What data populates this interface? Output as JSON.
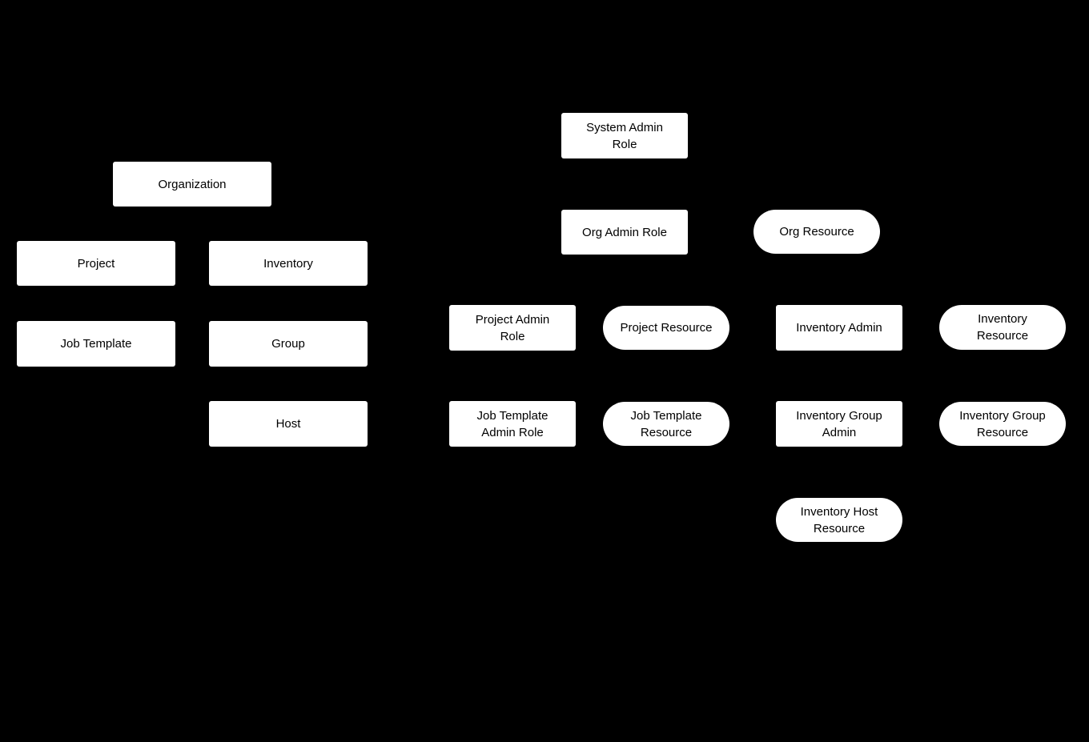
{
  "diagram": {
    "background_color": "#000000",
    "node_fill_color": "#ffffff",
    "node_text_color": "#000000",
    "nodes": [
      {
        "id": "organization",
        "label": "Organization",
        "shape": "rect"
      },
      {
        "id": "project",
        "label": "Project",
        "shape": "rect"
      },
      {
        "id": "inventory",
        "label": "Inventory",
        "shape": "rect"
      },
      {
        "id": "job-template",
        "label": "Job Template",
        "shape": "rect"
      },
      {
        "id": "group",
        "label": "Group",
        "shape": "rect"
      },
      {
        "id": "host",
        "label": "Host",
        "shape": "rect"
      },
      {
        "id": "system-admin-role",
        "label": "System Admin\nRole",
        "shape": "rect"
      },
      {
        "id": "org-admin-role",
        "label": "Org Admin Role",
        "shape": "rect"
      },
      {
        "id": "org-resource",
        "label": "Org Resource",
        "shape": "pill"
      },
      {
        "id": "project-admin-role",
        "label": "Project Admin\nRole",
        "shape": "rect"
      },
      {
        "id": "project-resource",
        "label": "Project Resource",
        "shape": "pill"
      },
      {
        "id": "inventory-admin",
        "label": "Inventory Admin",
        "shape": "rect"
      },
      {
        "id": "inventory-resource",
        "label": "Inventory\nResource",
        "shape": "pill"
      },
      {
        "id": "job-template-admin-role",
        "label": "Job Template\nAdmin Role",
        "shape": "rect"
      },
      {
        "id": "job-template-resource",
        "label": "Job Template\nResource",
        "shape": "pill"
      },
      {
        "id": "inventory-group-admin",
        "label": "Inventory Group\nAdmin",
        "shape": "rect"
      },
      {
        "id": "inventory-group-resource",
        "label": "Inventory Group\nResource",
        "shape": "pill"
      },
      {
        "id": "inventory-host-resource",
        "label": "Inventory Host\nResource",
        "shape": "pill"
      }
    ]
  }
}
